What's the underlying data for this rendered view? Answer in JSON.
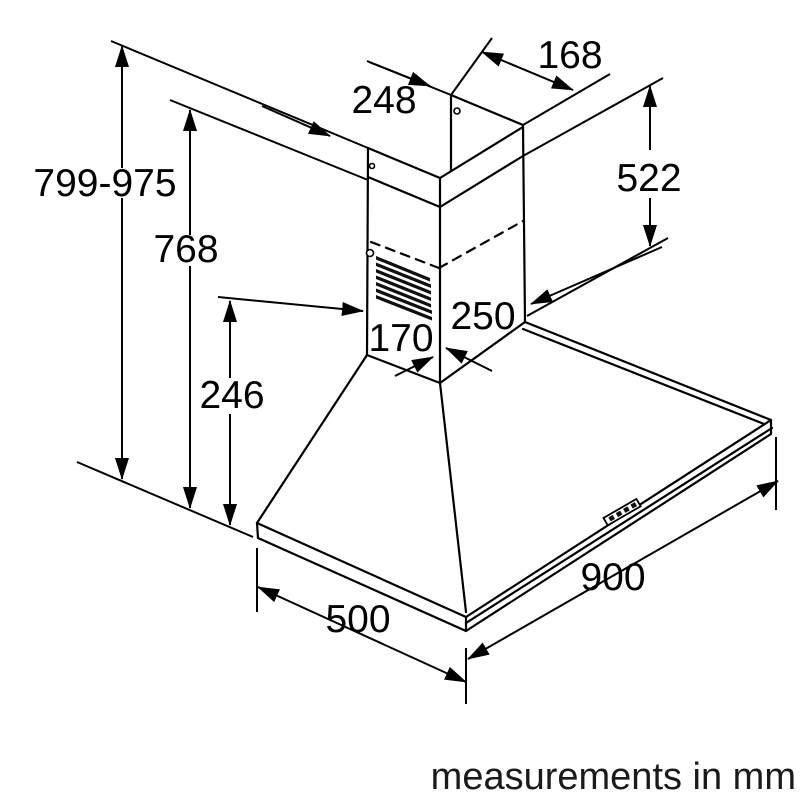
{
  "diagram": {
    "units_note": "measurements in mm",
    "dimensions": {
      "overall_height_range": "799-975",
      "height_to_chimney_top": "768",
      "canopy_height": "246",
      "chimney_width": "248",
      "chimney_depth": "168",
      "chimney_section_height": "522",
      "vent_width": "170",
      "top_platform_depth": "250",
      "hood_width": "900",
      "hood_depth": "500"
    }
  }
}
